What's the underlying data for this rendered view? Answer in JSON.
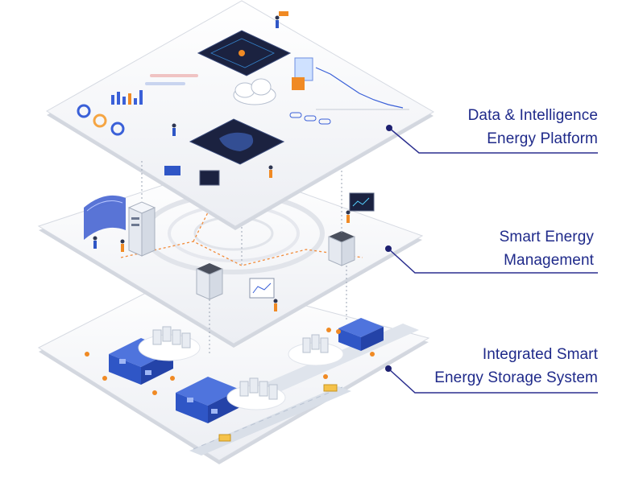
{
  "layers": [
    {
      "id": "platform",
      "title_lines": [
        "Data & Intelligence",
        "Energy Platform"
      ]
    },
    {
      "id": "management",
      "title_lines": [
        "Smart Energy",
        "Management"
      ]
    },
    {
      "id": "storage",
      "title_lines": [
        "Integrated Smart",
        "Energy Storage System"
      ]
    }
  ],
  "colors": {
    "label_text": "#1f2a8a",
    "connector_line": "#2b2f8f",
    "connector_dot": "#1d2070",
    "plate_top": "#f4f5f8",
    "plate_edge": "#cfd3dc",
    "screen_dark": "#1b2240",
    "building_blue": "#2f56c6",
    "accent_orange": "#f08a24",
    "battery_white": "#e8ecf2",
    "dashed_orange": "#f28c3b"
  },
  "icons": [
    "cloud-icon",
    "server-rack-icon",
    "monitor-screen-icon",
    "battery-cabinet-icon",
    "warehouse-icon",
    "person-icon",
    "truck-icon",
    "map-dashboard-icon"
  ]
}
